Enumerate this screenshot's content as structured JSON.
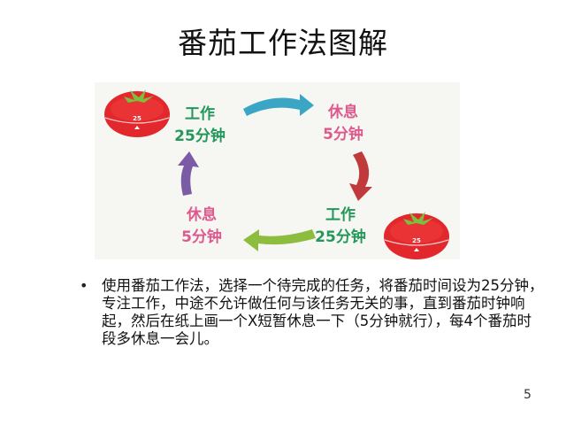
{
  "slide": {
    "title": "番茄工作法图解",
    "page_number": "5"
  },
  "diagram": {
    "steps": [
      {
        "id": "work-1",
        "line1": "工作",
        "line2": "25分钟",
        "color": "#23985a"
      },
      {
        "id": "rest-1",
        "line1": "休息",
        "line2": "5分钟",
        "color": "#de5a8e"
      },
      {
        "id": "work-2",
        "line1": "工作",
        "line2": "25分钟",
        "color": "#23985a"
      },
      {
        "id": "rest-2",
        "line1": "休息",
        "line2": "5分钟",
        "color": "#de5a8e"
      }
    ],
    "tomato_timer_label": "25",
    "arrow_colors": {
      "top": "#3aa5c4",
      "right": "#c0393b",
      "bottom": "#8cbd3f",
      "left": "#7b5aa6"
    }
  },
  "body": {
    "bullet": "使用番茄工作法，选择一个待完成的任务，将番茄时间设为25分钟，专注工作，中途不允许做任何与该任务无关的事，直到番茄时钟响起，然后在纸上画一个X短暂休息一下（5分钟就行），每4个番茄时段多休息一会儿。"
  }
}
